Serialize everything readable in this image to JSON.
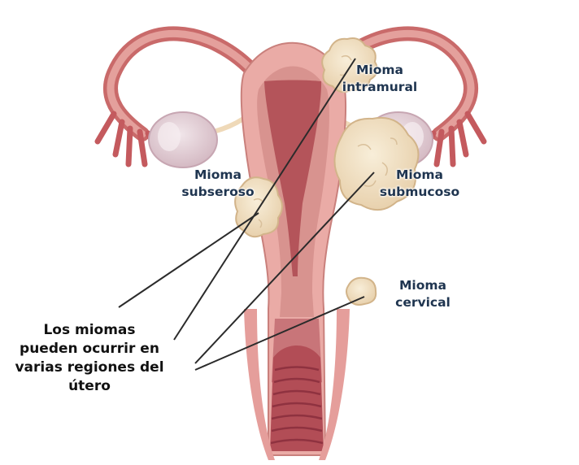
{
  "labels": {
    "intramural": [
      "Mioma",
      "intramural"
    ],
    "subseroso": [
      "Mioma",
      "subseroso"
    ],
    "submucoso": [
      "Mioma",
      "submucoso"
    ],
    "cervical": [
      "Mioma",
      "cervical"
    ]
  },
  "caption": [
    "Los miomas",
    "pueden ocurrir en",
    "varias regiones del",
    "útero"
  ],
  "colors": {
    "uterus_outer": "#e9a9a4",
    "uterus_wall": "#d98a86",
    "cavity": "#b5585a",
    "fibroid": "#f2e2c6",
    "ovary": "#e6d4da",
    "leader_line": "#2b2b2b",
    "label_text": "#1f3550"
  }
}
